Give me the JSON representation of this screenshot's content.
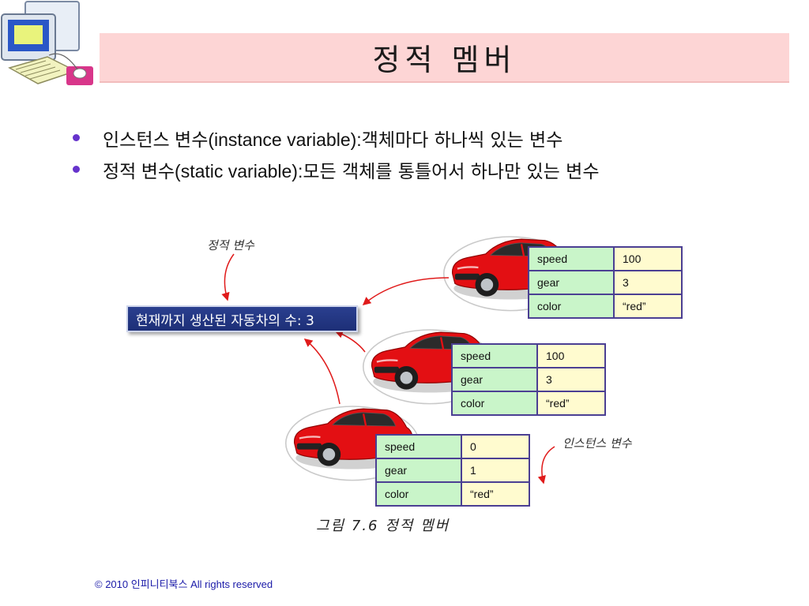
{
  "title": "정적 멤버",
  "bullets": [
    {
      "term": "인스턴스 변수(instance variable):",
      "desc": " 객체마다 하나씩 있는 변수"
    },
    {
      "term": "정적 변수(static variable):",
      "desc": " 모든 객체를 통틀어서 하나만 있는 변수"
    }
  ],
  "figure": {
    "static_label": "정적 변수",
    "instance_label": "인스턴스 변수",
    "counter_text": "현재까지 생산된 자동차의 수: 3",
    "caption": "그림 7.6 정적 멤버",
    "cars": [
      {
        "rows": [
          {
            "key": "speed",
            "value": "100"
          },
          {
            "key": "gear",
            "value": "3"
          },
          {
            "key": "color",
            "value": "“red”"
          }
        ]
      },
      {
        "rows": [
          {
            "key": "speed",
            "value": "100"
          },
          {
            "key": "gear",
            "value": "3"
          },
          {
            "key": "color",
            "value": "“red”"
          }
        ]
      },
      {
        "rows": [
          {
            "key": "speed",
            "value": "0"
          },
          {
            "key": "gear",
            "value": "1"
          },
          {
            "key": "color",
            "value": "“red”"
          }
        ]
      }
    ],
    "car_color": "#e30f13"
  },
  "footer": "© 2010 인피니티북스  All rights reserved",
  "colors": {
    "title_bg": "#fdd5d5",
    "bullet": "#6633cc",
    "table_border": "#4b3f93",
    "key_bg": "#c9f5c9",
    "value_bg": "#fffbcf",
    "counter_bg": "#1d2f77"
  }
}
